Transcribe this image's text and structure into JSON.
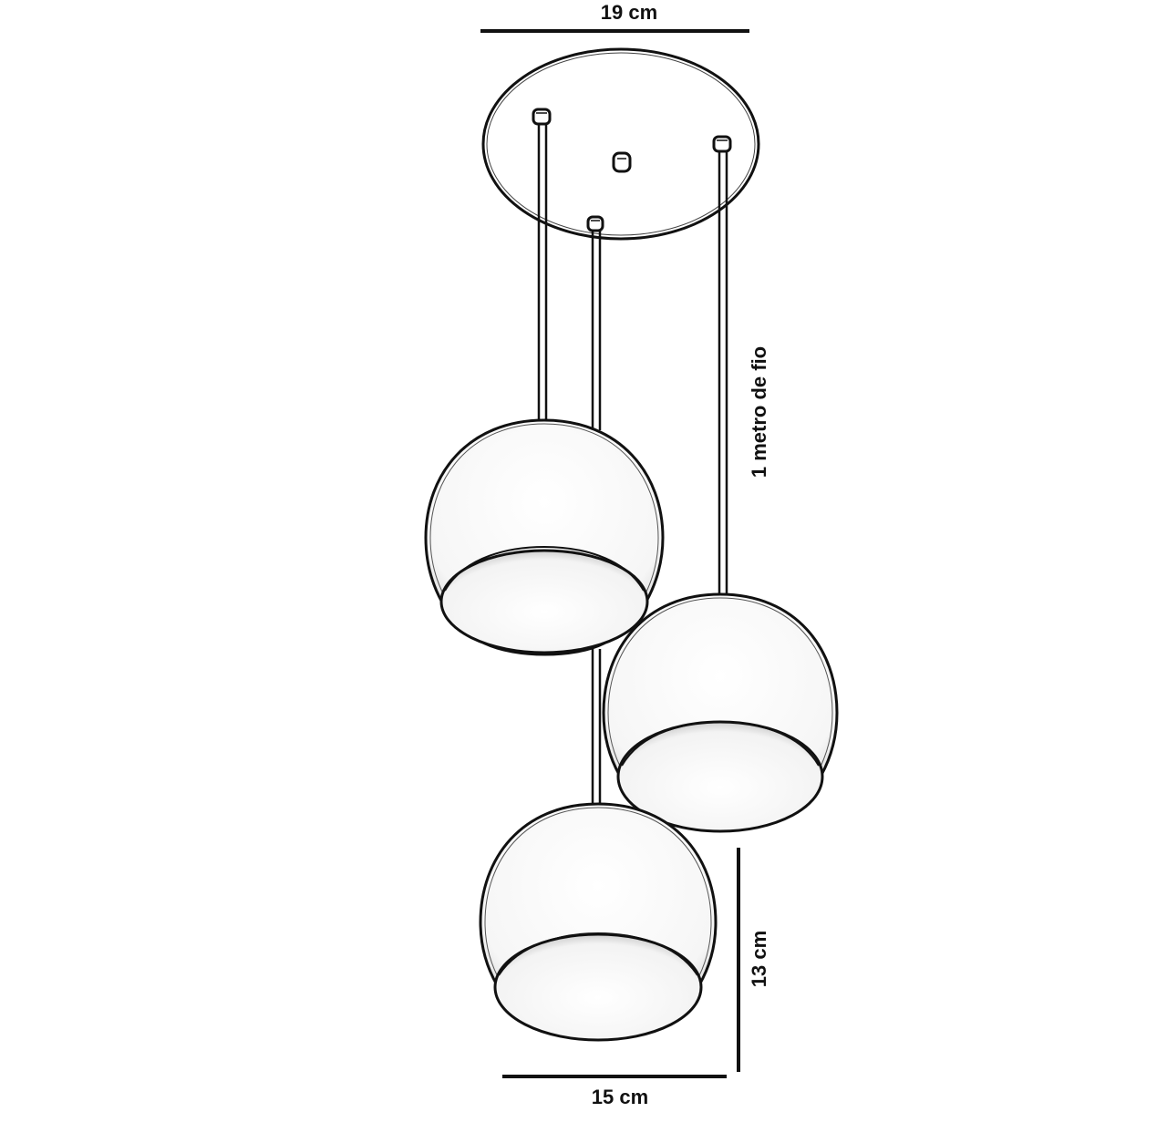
{
  "dimensions": {
    "canopy_width": "19 cm",
    "cord_length": "1 metro de fio",
    "shade_height": "13 cm",
    "shade_width": "15 cm"
  },
  "colors": {
    "line": "#111111",
    "background": "#ffffff"
  }
}
